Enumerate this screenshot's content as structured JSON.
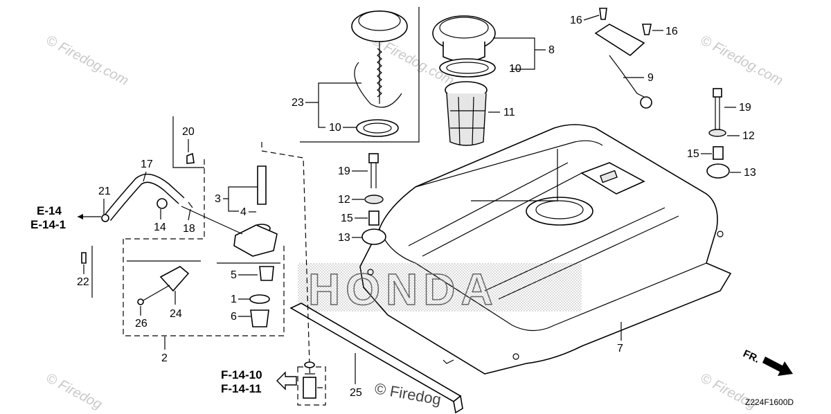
{
  "diagram": {
    "code": "Z224F1600D",
    "front_marker": "FR.",
    "watermark": "© Firedog.com",
    "watermark_bottom": "© Firedog",
    "brand_watermark": "HONDA",
    "references": {
      "e14": "E-14",
      "e14_1": "E-14-1",
      "f14_10": "F-14-10",
      "f14_11": "F-14-11"
    },
    "parts": {
      "p1": "1",
      "p2": "2",
      "p3": "3",
      "p4": "4",
      "p5": "5",
      "p6": "6",
      "p7": "7",
      "p8": "8",
      "p9": "9",
      "p10a": "10",
      "p10b": "10",
      "p11": "11",
      "p12a": "12",
      "p12b": "12",
      "p13a": "13",
      "p13b": "13",
      "p14": "14",
      "p15a": "15",
      "p15b": "15",
      "p16a": "16",
      "p16b": "16",
      "p17": "17",
      "p18": "18",
      "p19a": "19",
      "p19b": "19",
      "p20": "20",
      "p21": "21",
      "p22": "22",
      "p23": "23",
      "p24": "24",
      "p25": "25",
      "p26": "26"
    }
  }
}
